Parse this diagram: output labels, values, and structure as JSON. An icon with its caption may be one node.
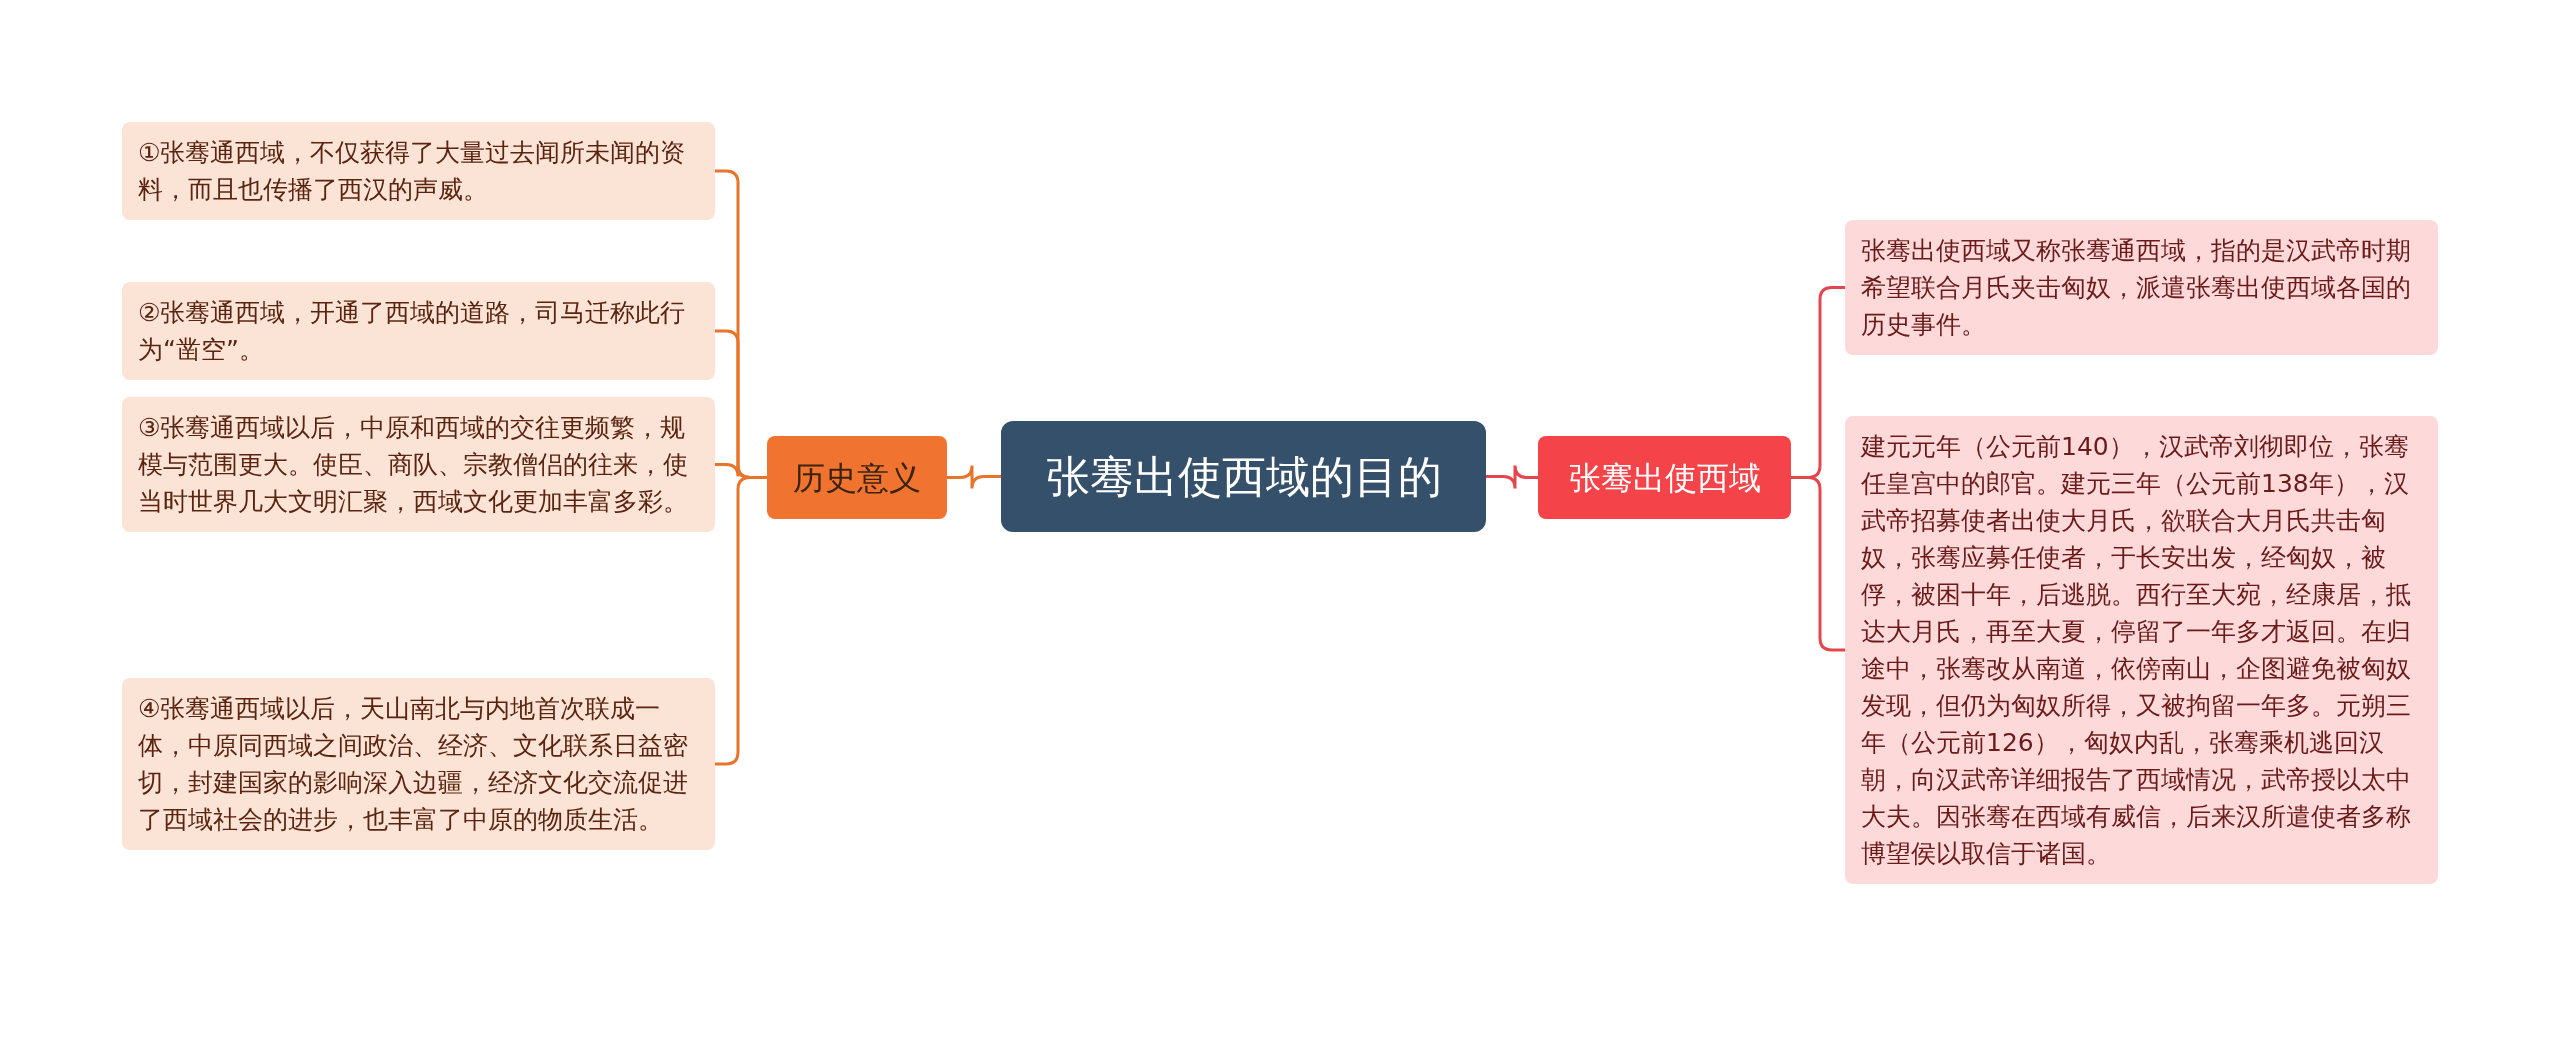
{
  "diagram": {
    "nodes": [
      {
        "text": [
          "张骞出使西域的目的"
        ]
      },
      {
        "text": [
          "历史意义"
        ]
      },
      {
        "text": [
          "①张骞通西域，不仅获得了大量过去闻所未闻的资料，而且也传播了西汉的声威。"
        ]
      },
      {
        "text": [
          "②张骞通西域，开通了西域的道路，司马迁称此行为“凿空”。"
        ]
      },
      {
        "text": [
          "③张骞通西域以后，中原和西域的交往更频繁，规模与范围更大。使臣、商队、宗教僧侣的往来，使当时世界几大文明汇聚，西域文化更加丰富多彩。"
        ]
      },
      {
        "text": [
          "④张骞通西域以后，天山南北与内地首次联成一体，中原同西域之间政治、经济、文化联系日益密切，封建国家的影响深入边疆，经济文化交流促进了西域社会的进步，也丰富了中原的物质生活。"
        ]
      },
      {
        "text": [
          "张骞出使西域"
        ]
      },
      {
        "text": [
          "张骞出使西域又称张骞通西域，指的是汉武帝时期希望联合月氏夹击匈奴，派遣张骞出使西域各国的历史事件。"
        ]
      },
      {
        "text": [
          "建元元年（公元前140），汉武帝刘彻即位，张骞任皇宫中的郎官。建元三年（公元前138年），汉武帝招募使者出使大月氏，欲联合大月氏共击匈奴，张骞应募任使者，于长安出发，经匈奴，被俘，被困十年，后逃脱。西行至大宛，经康居，抵达大月氏，再至大夏，停留了一年多才返回。在归途中，张骞改从南道，依傍南山，企图避免被匈奴发现，但仍为匈奴所得，又被拘留一年多。元朔三年（公元前126），匈奴内乱，张骞乘机逃回汉朝，向汉武帝详细报告了西域情况，武帝授以太中大夫。因张骞在西域有威信，后来汉所遣使者多称博望侯以取信于诸国。"
        ]
      }
    ],
    "edges": [
      {
        "from": 0,
        "to": 1,
        "arrow": "none"
      },
      {
        "from": 1,
        "to": 2,
        "arrow": "none"
      },
      {
        "from": 1,
        "to": 3,
        "arrow": "none"
      },
      {
        "from": 1,
        "to": 4,
        "arrow": "none"
      },
      {
        "from": 1,
        "to": 5,
        "arrow": "none"
      },
      {
        "from": 0,
        "to": 6,
        "arrow": "none",
        "color": "#e5454c"
      },
      {
        "from": 6,
        "to": 7,
        "arrow": "none",
        "color": "#e5454c"
      },
      {
        "from": 6,
        "to": 8,
        "arrow": "none",
        "color": "#e5454c"
      }
    ]
  }
}
